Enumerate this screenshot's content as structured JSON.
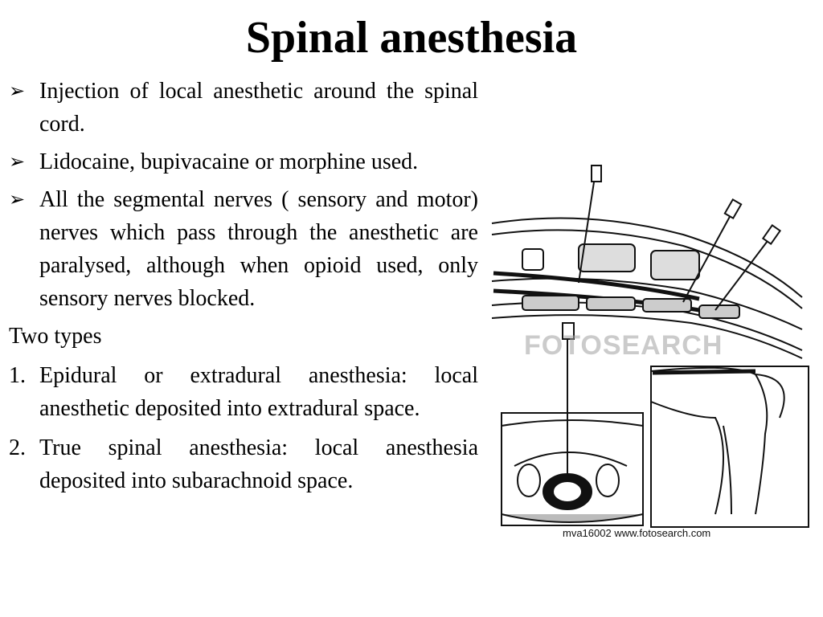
{
  "slide": {
    "title": "Spinal anesthesia",
    "bullets": [
      {
        "marker": "➢",
        "text": "Injection of local anesthetic around the spinal cord."
      },
      {
        "marker": "➢",
        "text": "Lidocaine, bupivacaine or  morphine used."
      },
      {
        "marker": "➢",
        "text": "All the segmental nerves ( sensory and motor) nerves which pass through the anesthetic are paralysed, although when opioid used, only sensory nerves blocked."
      }
    ],
    "subheading": "Two types",
    "numbered": [
      {
        "marker": "1.",
        "text": "Epidural or extradural anesthesia: local anesthetic deposited into extradural space."
      },
      {
        "marker": "2.",
        "text": "True spinal anesthesia: local anesthesia deposited into subarachnoid space."
      }
    ]
  },
  "figure": {
    "watermark": "FOTOSEARCH",
    "caption": "mva16002 www.fotosearch.com"
  }
}
